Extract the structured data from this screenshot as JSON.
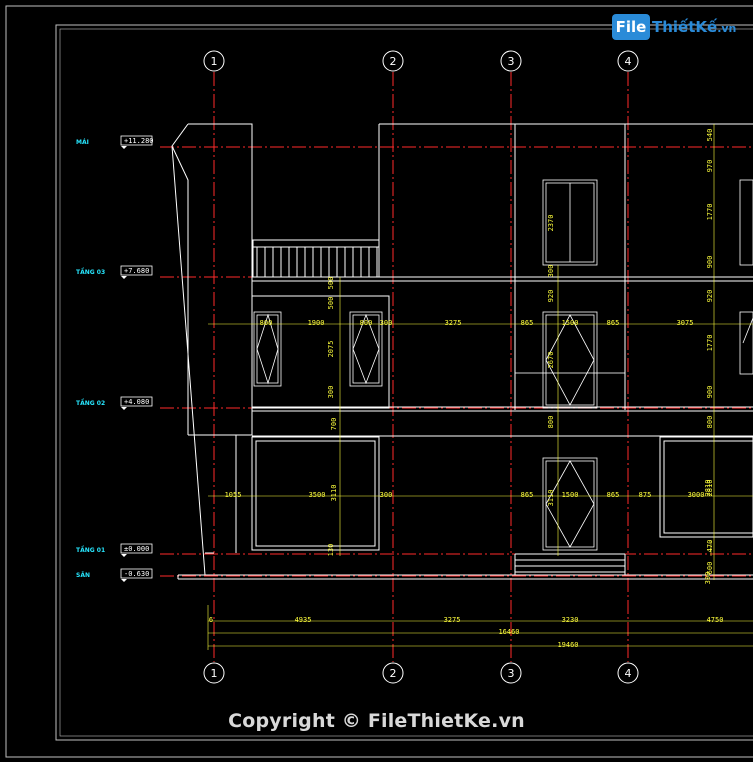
{
  "watermark": {
    "logo_file": "File",
    "logo_rest": "ThiếtKế",
    "logo_domain": ".vn",
    "copyright": "Copyright © FileThietKe.vn"
  },
  "grid_axes": {
    "top": [
      "1",
      "2",
      "3",
      "4"
    ],
    "bottom": [
      "1",
      "2",
      "3",
      "4"
    ]
  },
  "levels": [
    {
      "name": "MÁI",
      "elevation": "+11.280"
    },
    {
      "name": "TẦNG 03",
      "elevation": "+7.680"
    },
    {
      "name": "TẦNG 02",
      "elevation": "+4.080"
    },
    {
      "name": "TẦNG 01",
      "elevation": "±0.000"
    },
    {
      "name": "SÂN",
      "elevation": "-0.630"
    }
  ],
  "right_dims": [
    "540",
    "970",
    "1770",
    "900",
    "920",
    "1770",
    "900",
    "800",
    "2810",
    "470",
    "600"
  ],
  "floor3_dims": [
    "800",
    "1900",
    "800",
    "300",
    "3275",
    "865",
    "1500",
    "865",
    "3075"
  ],
  "floor2_dims": [
    "1055",
    "3500",
    "300",
    "865",
    "1500",
    "865",
    "875",
    "3000"
  ],
  "vertical_dims": [
    "2370",
    "2075",
    "2670",
    "3110",
    "3110",
    "2810",
    "500",
    "500",
    "300",
    "920",
    "300",
    "700",
    "800",
    "130",
    "300"
  ],
  "bottom_dims": {
    "segments": [
      "6",
      "4935",
      "3275",
      "3230",
      "4750"
    ],
    "subtotal": "16460",
    "total": "19460"
  },
  "colors": {
    "axis_red": "#ff2a2a",
    "line_white": "#ffffff",
    "dim_yellow": "#ffff3c",
    "label_cyan": "#27e7ff",
    "frame": "#bfbfbf"
  }
}
